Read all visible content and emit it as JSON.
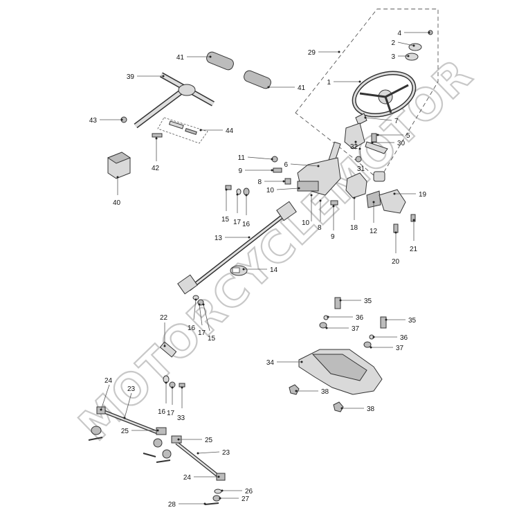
{
  "watermark": "MOTORCYCLEMOTOR",
  "callouts": [
    "1",
    "2",
    "3",
    "4",
    "5",
    "6",
    "7",
    "8",
    "9",
    "10",
    "11",
    "12",
    "13",
    "14",
    "15",
    "16",
    "17",
    "18",
    "19",
    "20",
    "21",
    "22",
    "23",
    "24",
    "25",
    "26",
    "27",
    "28",
    "29",
    "30",
    "31",
    "32",
    "33",
    "34",
    "35",
    "36",
    "37",
    "38",
    "39",
    "40",
    "41",
    "42",
    "43",
    "44"
  ]
}
